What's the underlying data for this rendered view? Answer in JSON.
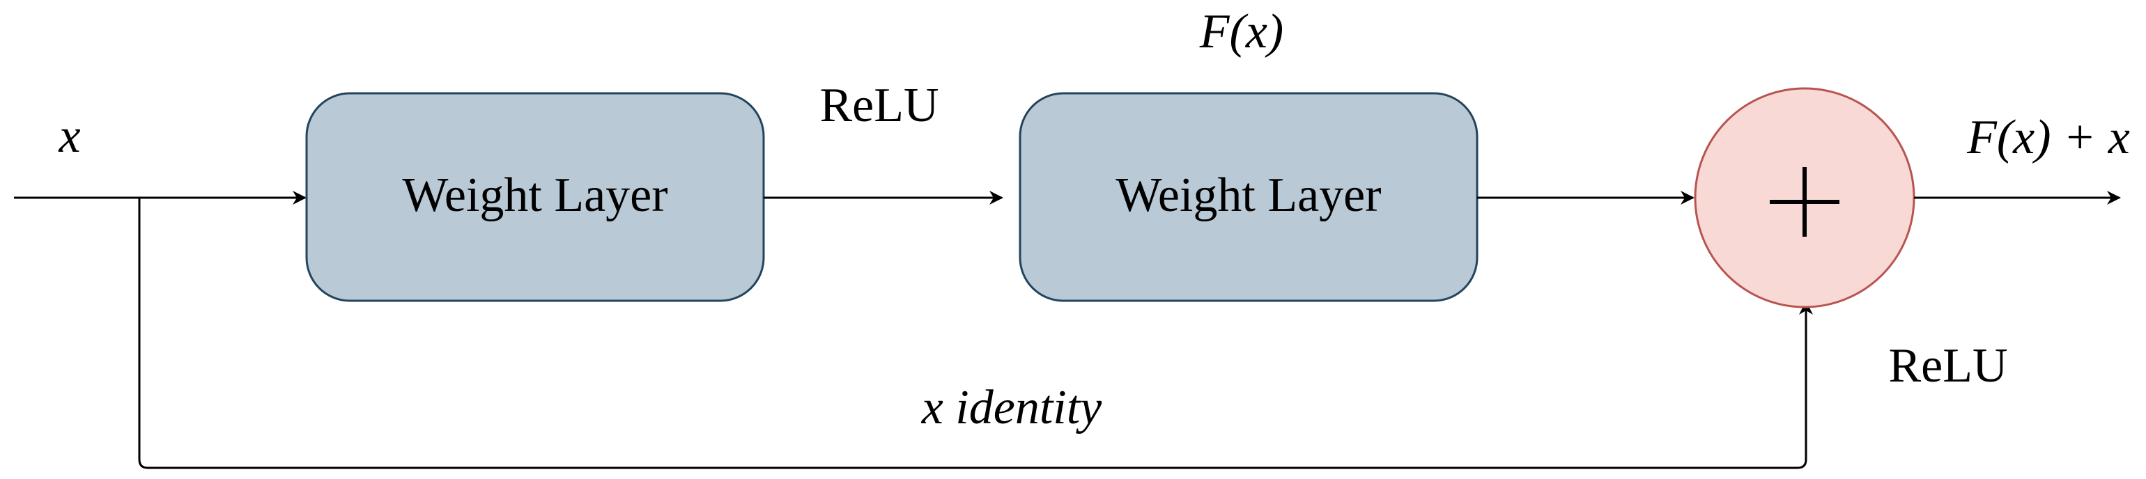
{
  "diagram": {
    "input_label": "x",
    "layer1_label": "Weight Layer",
    "relu_between_label": "ReLU",
    "fx_label": "F(x)",
    "layer2_label": "Weight Layer",
    "sum_symbol": "+",
    "output_label": "F(x) + x",
    "relu_after_label": "ReLU",
    "identity_label": "x identity"
  },
  "colors": {
    "layer_fill": "#b9c9d5",
    "layer_stroke": "#23445d",
    "sum_fill": "#f9d9d6",
    "sum_stroke": "#b85450",
    "line": "#000000"
  }
}
